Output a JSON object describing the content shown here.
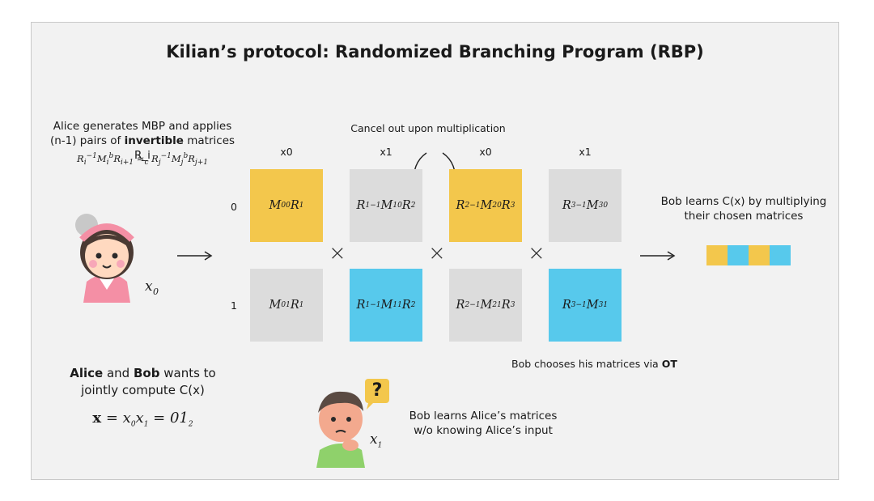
{
  "title": "Kilian’s protocol: Randomized Branching Program (RBP)",
  "alice_text": {
    "line1": "Alice generates MBP and applies",
    "line2_pre": "(n-1) pairs of ",
    "line2_bold": "invertible",
    "line2_post": " matrices R_i"
  },
  "cancel_label": "Cancel out upon multiplication",
  "column_labels": [
    "x0",
    "x1",
    "x0",
    "x1"
  ],
  "row_labels": [
    "0",
    "1"
  ],
  "bob_learns_text": {
    "line1": "Bob learns C(x) by multiplying",
    "line2": "their chosen matrices"
  },
  "bob_chooses": {
    "pre": "Bob chooses his matrices via ",
    "bold": "OT"
  },
  "joint_text": {
    "alice": "Alice",
    "and": " and ",
    "bob": "Bob",
    "rest1": " wants to",
    "line2": "jointly compute C(x)"
  },
  "bob_matrices_text": {
    "line1": "Bob learns Alice’s matrices",
    "line2": "w/o knowing Alice’s input"
  },
  "question_mark": "?",
  "colors": {
    "yellow": "#f3c74c",
    "blue": "#57c9ec",
    "gray": "#dcdcdc",
    "background": "#f2f2f2"
  },
  "result_bar": [
    "yellow",
    "blue",
    "yellow",
    "blue"
  ],
  "icons": [
    "alice-avatar",
    "bob-avatar",
    "question-bubble",
    "right-arrow",
    "multiply-sign",
    "curved-arrow"
  ]
}
